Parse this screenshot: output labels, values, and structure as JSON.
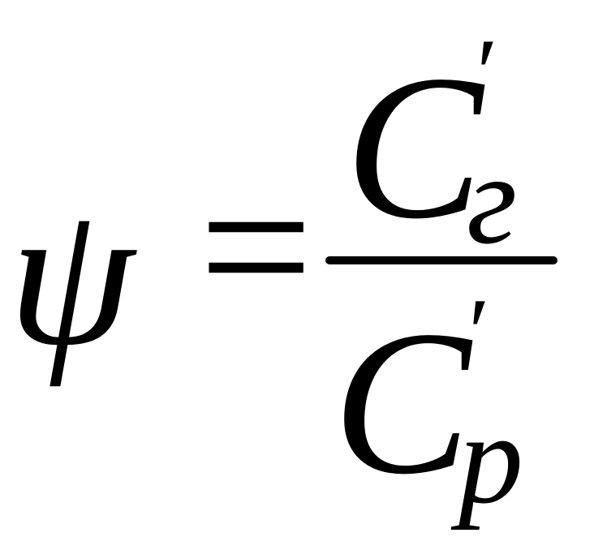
{
  "formula": {
    "lhs": "ψ",
    "equals": "=",
    "numerator": {
      "base": "C",
      "prime": "′",
      "subscript": "г"
    },
    "denominator": {
      "base": "C",
      "prime": "′",
      "subscript": "p"
    }
  },
  "colors": {
    "ink": "#000000",
    "background": "#ffffff"
  }
}
